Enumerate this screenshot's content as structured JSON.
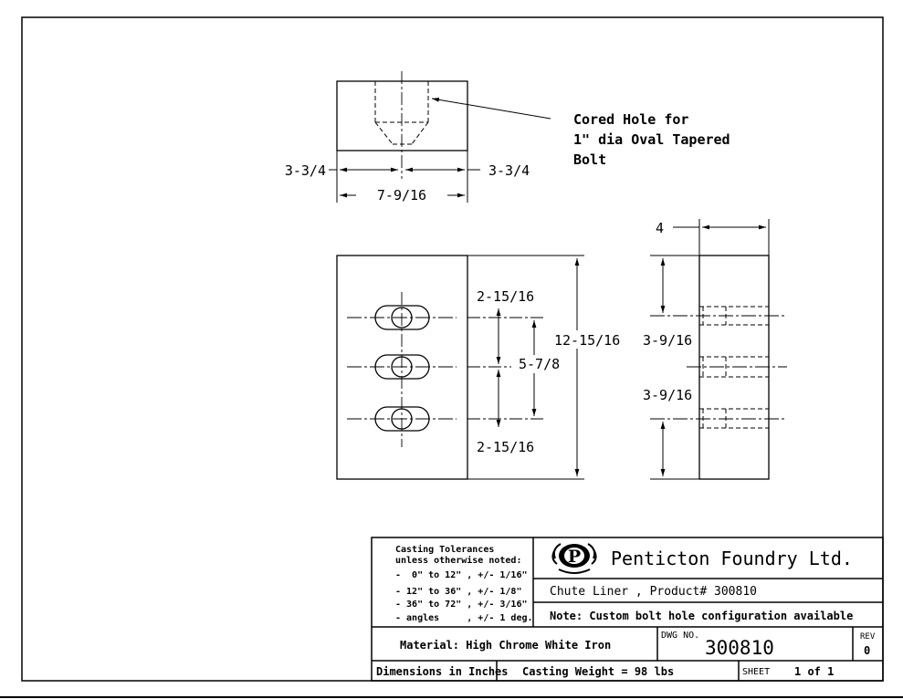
{
  "views": {
    "top": {
      "leader_note": [
        "Cored Hole for",
        "1\" dia Oval Tapered",
        "Bolt"
      ],
      "dim_left": "3-3/4",
      "dim_right": "3-3/4",
      "dim_width": "7-9/16"
    },
    "front": {
      "dim_top_spacing": "2-15/16",
      "dim_center": "5-7/8",
      "dim_bottom_spacing": "2-15/16",
      "dim_height": "12-15/16"
    },
    "side": {
      "dim_thickness": "4",
      "dim_upper": "3-9/16",
      "dim_lower": "3-9/16"
    }
  },
  "title_block": {
    "tolerances": {
      "heading": "Casting Tolerances",
      "subheading": "unless otherwise noted:",
      "rows": [
        "-  0\" to 12\" , +/- 1/16\"",
        "- 12\" to 36\" , +/- 1/8\"",
        "- 36\" to 72\" , +/- 3/16\"",
        "- angles     , +/- 1 deg."
      ]
    },
    "logo_letter": "P",
    "company": "Penticton Foundry Ltd.",
    "part": "Chute Liner , Product# 300810",
    "note": "Note: Custom bolt hole configuration available",
    "material": "Material: High Chrome White Iron",
    "dwg_label": "DWG NO.",
    "dwg_no": "300810",
    "rev_label": "REV",
    "rev": "0",
    "units": "Dimensions in Inches",
    "weight": "Casting Weight = 98 lbs",
    "sheet_label": "SHEET",
    "sheet": "1 of 1"
  }
}
